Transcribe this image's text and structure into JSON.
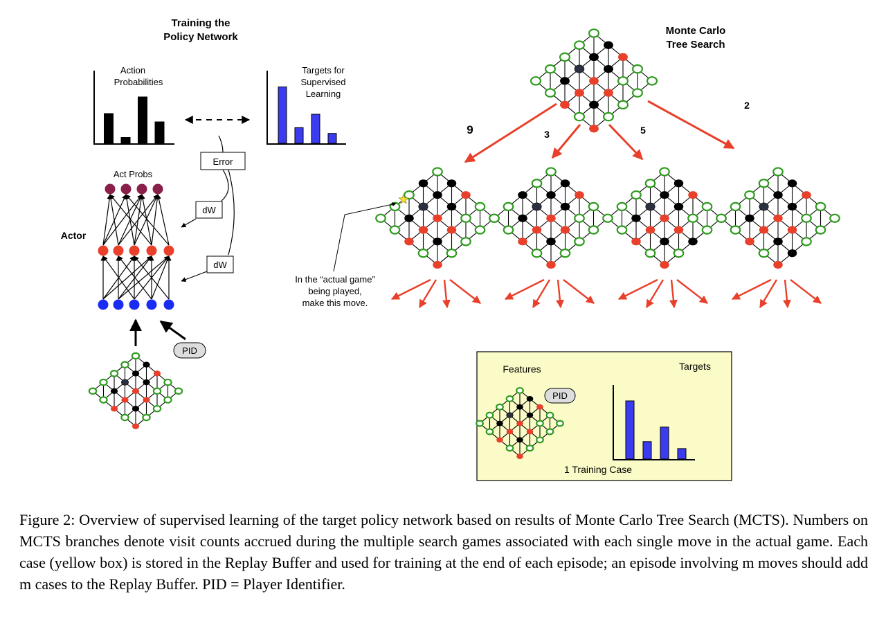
{
  "training": {
    "title_line1": "Training the",
    "title_line2": "Policy Network",
    "action_probs_line1": "Action",
    "action_probs_line2": "Probabilities",
    "action_probs_values": [
      0.58,
      0.12,
      0.9,
      0.42
    ],
    "targets_line1": "Targets for",
    "targets_line2": "Supervised",
    "targets_line3": "Learning",
    "targets_values": [
      0.97,
      0.27,
      0.5,
      0.17
    ],
    "error_label": "Error",
    "dw_label": "dW",
    "act_probs_label": "Act Probs",
    "actor_label": "Actor",
    "pid_label": "PID"
  },
  "mcts": {
    "title_line1": "Monte Carlo",
    "title_line2": "Tree Search",
    "branch_counts": [
      "9",
      "3",
      "5",
      "2"
    ],
    "note_line1": "In the “actual game”",
    "note_line2": "being played,",
    "note_line3": "make this move."
  },
  "training_case": {
    "features_label": "Features",
    "targets_label": "Targets",
    "pid_label": "PID",
    "caption": "1 Training Case",
    "targets_values": [
      1.0,
      0.3,
      0.55,
      0.18
    ]
  },
  "caption": "Figure 2: Overview of supervised learning of the target policy network based on results of Monte Carlo Tree Search (MCTS). Numbers on MCTS branches denote visit counts accrued during the multiple search games associated with each single move in the actual game. Each case (yellow box) is stored in the Replay Buffer and used for training at the end of each episode; an episode involving m moves should add m cases to the Replay Buffer. PID = Player Identifier.",
  "colors": {
    "red": "#e8402a",
    "green": "#2e9c1e",
    "black": "#000000",
    "dark_center": "#2a3040",
    "blue_bar": "#3b3bf0",
    "input_node": "#1a2cf2",
    "output_node": "#8a1f4a",
    "yellow_box": "#fbfbc8",
    "arrow_red": "#e8402a"
  }
}
